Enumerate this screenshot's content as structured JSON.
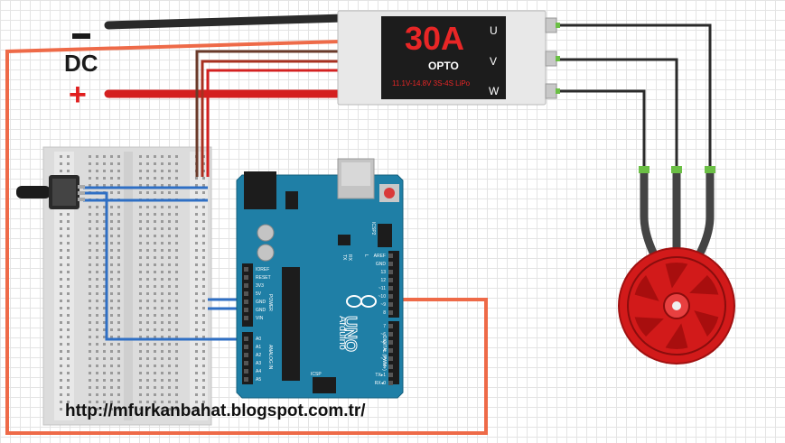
{
  "labels": {
    "minus": "-",
    "dc": "DC",
    "plus": "+",
    "url": "http://mfurkanbahat.blogspot.com.tr/"
  },
  "esc": {
    "rating": "30A",
    "type": "OPTO",
    "specs": "11.1V-14.8V  3S-4S LiPo",
    "phases": [
      "U",
      "V",
      "W"
    ]
  },
  "arduino": {
    "brand": "Arduino",
    "model": "UNO",
    "icsp": "ICSP",
    "icsp2": "ICSP2",
    "power_pins": [
      "IOREF",
      "RESET",
      "3V3",
      "5V",
      "GND",
      "GND",
      "VIN"
    ],
    "analog_pins": [
      "A0",
      "A1",
      "A2",
      "A3",
      "A4",
      "A5"
    ],
    "digital_pins_top": [
      "AREF",
      "GND",
      "13",
      "12",
      "~11",
      "~10",
      "~9",
      "8"
    ],
    "digital_pins_bottom": [
      "7",
      "~6",
      "~5",
      "4",
      "~3",
      "2",
      "TX▸1",
      "RX◂0"
    ],
    "led_labels": [
      "TX",
      "RX",
      "L"
    ],
    "digital_label": "DIGITAL (PWM~)",
    "power_label": "POWER",
    "analog_label": "ANALOG IN"
  },
  "colors": {
    "wire_black": "#2a2a2a",
    "wire_red": "#d42020",
    "wire_darkred": "#a83020",
    "wire_orange": "#ee6a48",
    "wire_blue": "#2f6fc4",
    "esc_body": "#e8e8e8",
    "esc_display": "#1c1c1c",
    "arduino_blue": "#1f7fa6",
    "motor_red": "#d21a1a",
    "connector_green": "#6bbf45"
  }
}
